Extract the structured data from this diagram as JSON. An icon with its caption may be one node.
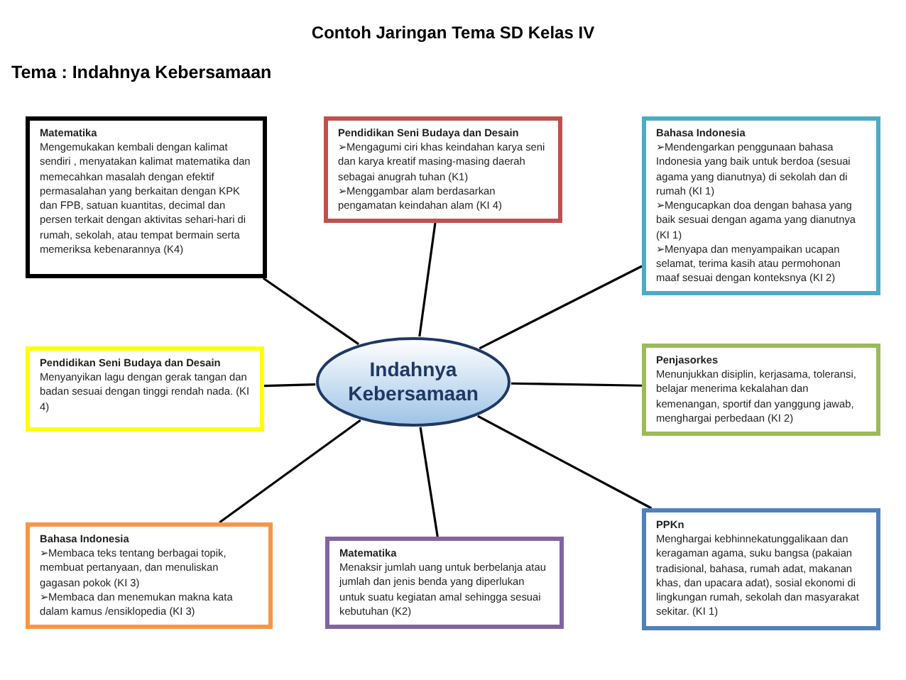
{
  "diagram": {
    "title": "Contoh Jaringan Tema SD Kelas IV",
    "nodes": [
      {
        "text": [
          "Indahnya Kebersamaan"
        ]
      },
      {
        "text": [
          "Matematika",
          "Mengemukakan kembali dengan kalimat sendiri , menyatakan kalimat matematika dan memecahkan masalah dengan efektif permasalahan yang berkaitan dengan KPK dan FPB, satuan kuantitas, decimal dan persen terkait dengan aktivitas sehari-hari di rumah, sekolah, atau tempat bermain serta memeriksa kebenarannya (K4)"
        ]
      },
      {
        "text": [
          "Pendidikan Seni Budaya dan Desain",
          "➢Mengagumi ciri khas keindahan karya seni dan karya kreatif masing-masing daerah sebagai anugrah tuhan (K1)",
          "➢Menggambar alam berdasarkan pengamatan keindahan alam (KI 4)"
        ]
      },
      {
        "text": [
          "Bahasa Indonesia",
          "➢Mendengarkan penggunaan bahasa Indonesia yang baik untuk berdoa (sesuai agama yang dianutnya) di sekolah dan di rumah (KI 1)",
          "➢Mengucapkan doa dengan bahasa yang baik sesuai dengan agama yang dianutnya (KI 1)",
          "➢Menyapa dan menyampaikan ucapan selamat, terima kasih atau permohonan maaf sesuai dengan konteksnya (KI 2)"
        ]
      },
      {
        "text": [
          "Pendidikan Seni Budaya dan Desain",
          "Menyanyikan lagu dengan gerak tangan dan badan sesuai dengan tinggi rendah nada. (KI 4)"
        ]
      },
      {
        "text": [
          "Penjasorkes",
          "Menunjukkan disiplin, kerjasama, toleransi, belajar menerima kekalahan dan kemenangan, sportif dan yanggung jawab, menghargai perbedaan (KI 2)"
        ]
      },
      {
        "text": [
          "Bahasa Indonesia",
          "➢Membaca teks tentang berbagai topik, membuat pertanyaan, dan menuliskan gagasan pokok (KI 3)",
          "➢Membaca dan menemukan makna kata dalam kamus /ensiklopedia (KI 3)"
        ]
      },
      {
        "text": [
          "Matematika",
          "Menaksir jumlah uang untuk berbelanja atau jumlah dan jenis benda yang diperlukan untuk suatu kegiatan amal sehingga sesuai kebutuhan (K2)"
        ]
      },
      {
        "text": [
          "PPKn",
          "Menghargai kebhinnekatunggalikaan dan keragaman agama, suku bangsa (pakaian tradisional, bahasa, rumah adat, makanan khas, dan upacara adat), sosial ekonomi di lingkungan rumah, sekolah dan masyarakat sekitar. (KI 1)"
        ]
      }
    ],
    "edges": [
      {
        "from": 0,
        "to": 1,
        "arrow": "none"
      },
      {
        "from": 0,
        "to": 2,
        "arrow": "none"
      },
      {
        "from": 0,
        "to": 3,
        "arrow": "none"
      },
      {
        "from": 0,
        "to": 4,
        "arrow": "none"
      },
      {
        "from": 0,
        "to": 5,
        "arrow": "none"
      },
      {
        "from": 0,
        "to": 6,
        "arrow": "none"
      },
      {
        "from": 0,
        "to": 7,
        "arrow": "none"
      },
      {
        "from": 0,
        "to": 8,
        "arrow": "none"
      }
    ],
    "labels": [
      "Tema : Indahnya Kebersamaan"
    ]
  }
}
